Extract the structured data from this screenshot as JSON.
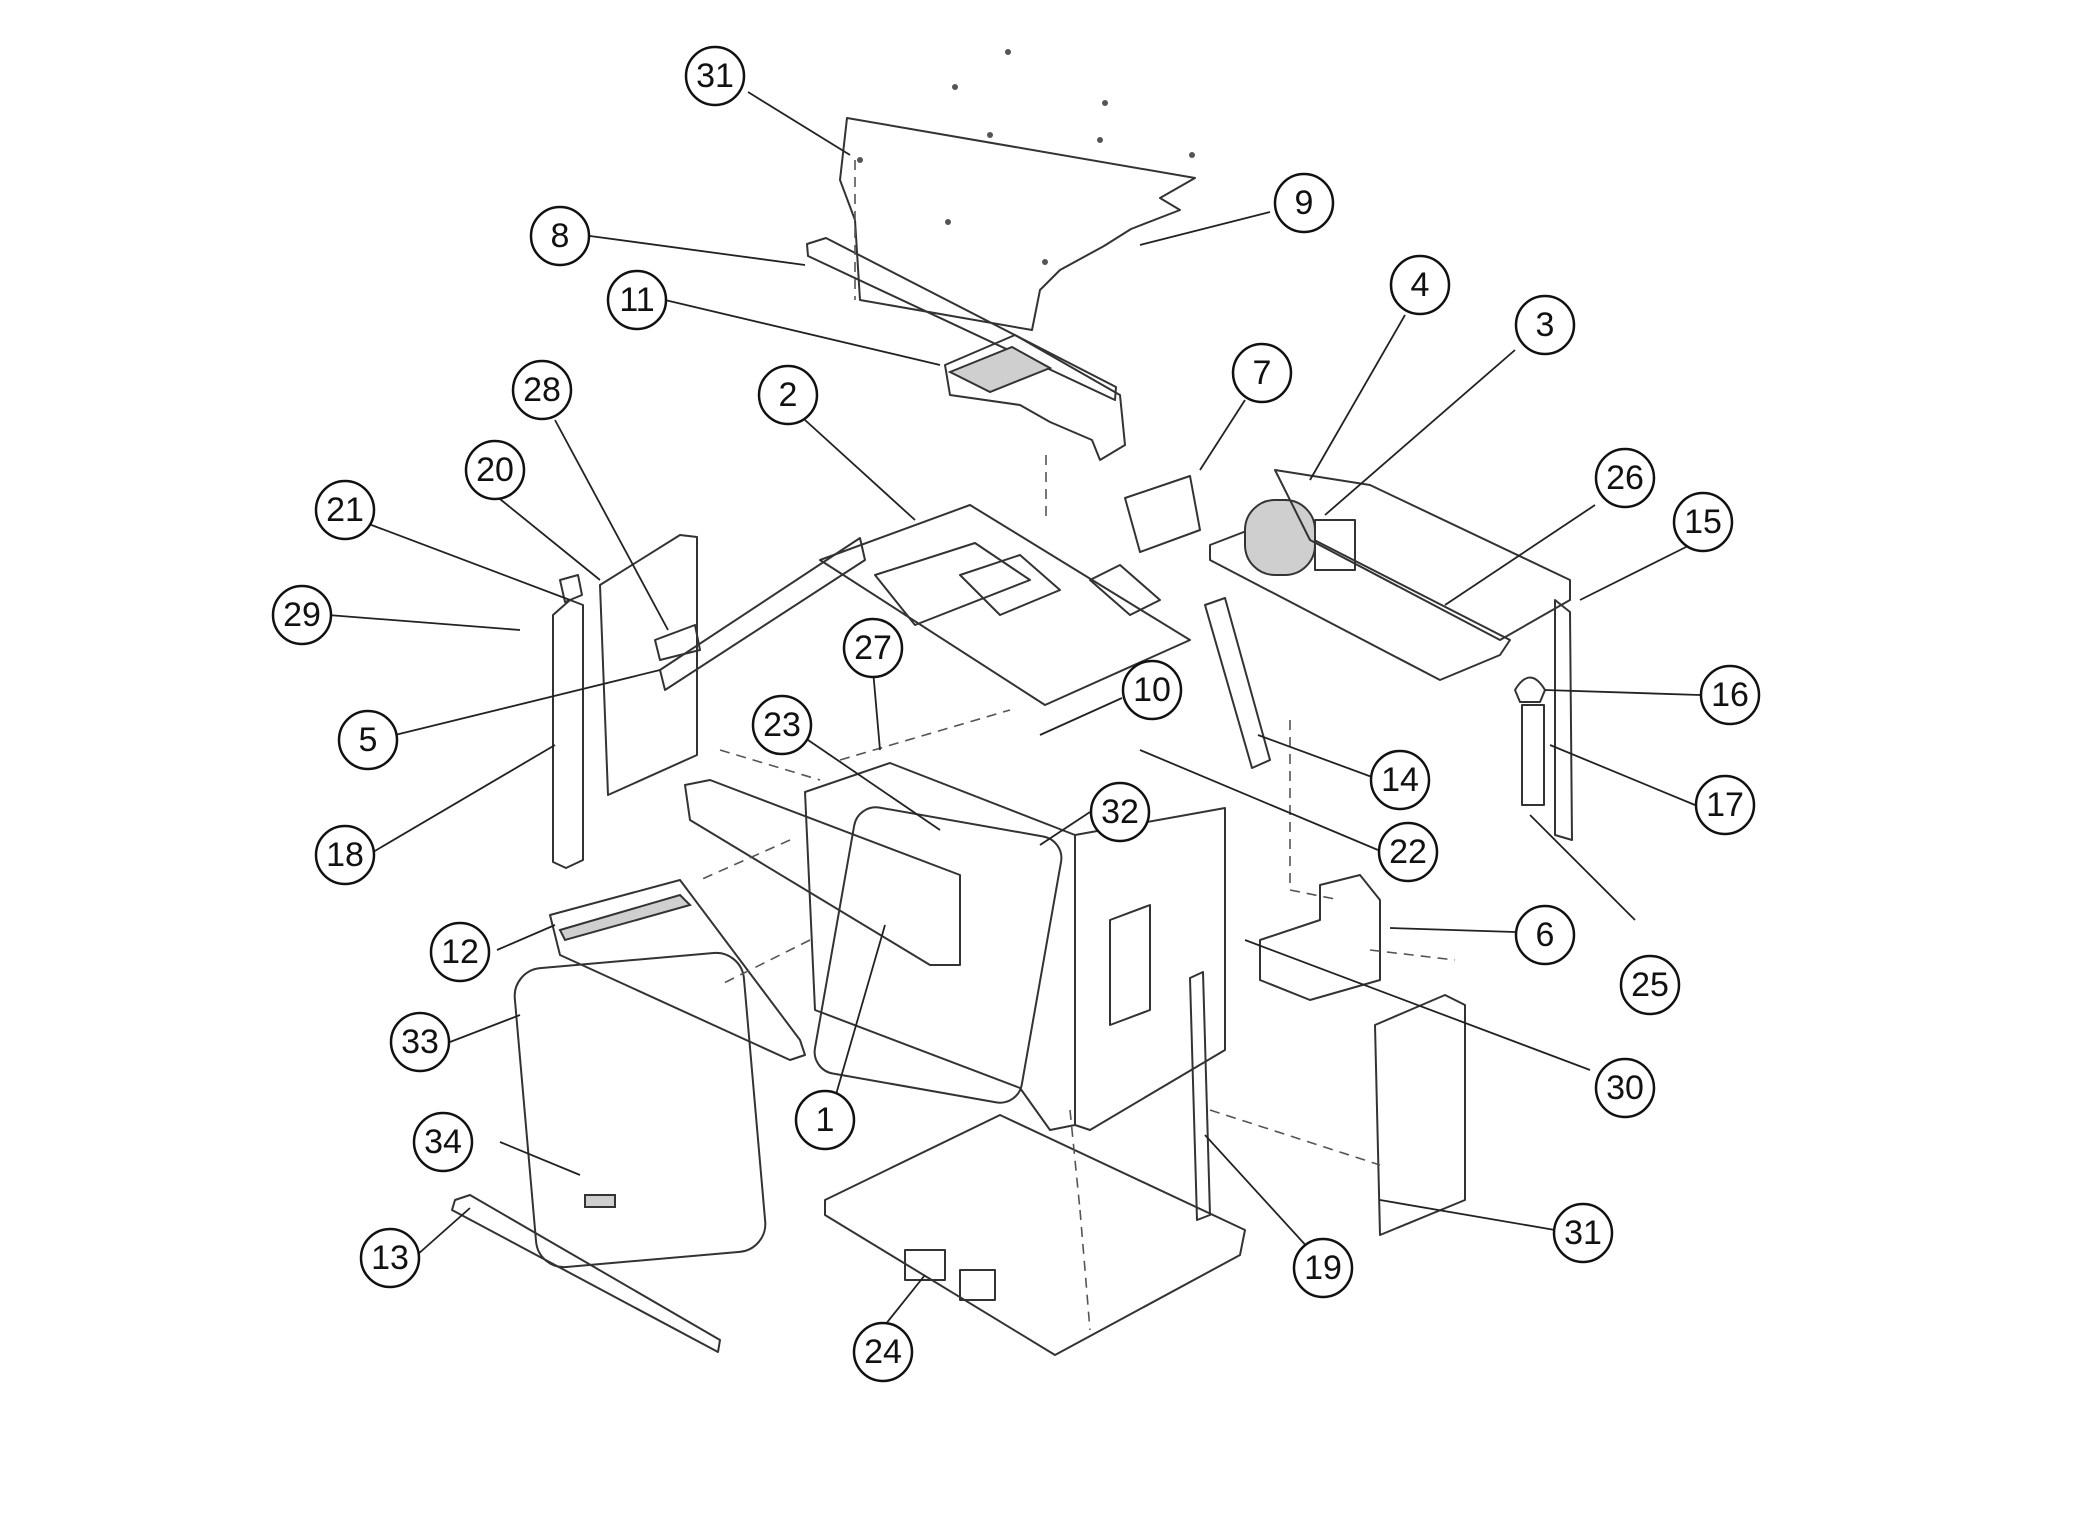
{
  "callouts": [
    {
      "id": "c31a",
      "label": "31"
    },
    {
      "id": "c9",
      "label": "9"
    },
    {
      "id": "c8",
      "label": "8"
    },
    {
      "id": "c11",
      "label": "11"
    },
    {
      "id": "c4",
      "label": "4"
    },
    {
      "id": "c3",
      "label": "3"
    },
    {
      "id": "c7",
      "label": "7"
    },
    {
      "id": "c2",
      "label": "2"
    },
    {
      "id": "c28",
      "label": "28"
    },
    {
      "id": "c20",
      "label": "20"
    },
    {
      "id": "c26",
      "label": "26"
    },
    {
      "id": "c15",
      "label": "15"
    },
    {
      "id": "c21",
      "label": "21"
    },
    {
      "id": "c29",
      "label": "29"
    },
    {
      "id": "c27",
      "label": "27"
    },
    {
      "id": "c10",
      "label": "10"
    },
    {
      "id": "c16",
      "label": "16"
    },
    {
      "id": "c5",
      "label": "5"
    },
    {
      "id": "c23",
      "label": "23"
    },
    {
      "id": "c14",
      "label": "14"
    },
    {
      "id": "c17",
      "label": "17"
    },
    {
      "id": "c32",
      "label": "32"
    },
    {
      "id": "c22",
      "label": "22"
    },
    {
      "id": "c18",
      "label": "18"
    },
    {
      "id": "c6",
      "label": "6"
    },
    {
      "id": "c12",
      "label": "12"
    },
    {
      "id": "c25",
      "label": "25"
    },
    {
      "id": "c33",
      "label": "33"
    },
    {
      "id": "c30",
      "label": "30"
    },
    {
      "id": "c1",
      "label": "1"
    },
    {
      "id": "c34",
      "label": "34"
    },
    {
      "id": "c31b",
      "label": "31"
    },
    {
      "id": "c19",
      "label": "19"
    },
    {
      "id": "c13",
      "label": "13"
    },
    {
      "id": "c24",
      "label": "24"
    }
  ]
}
